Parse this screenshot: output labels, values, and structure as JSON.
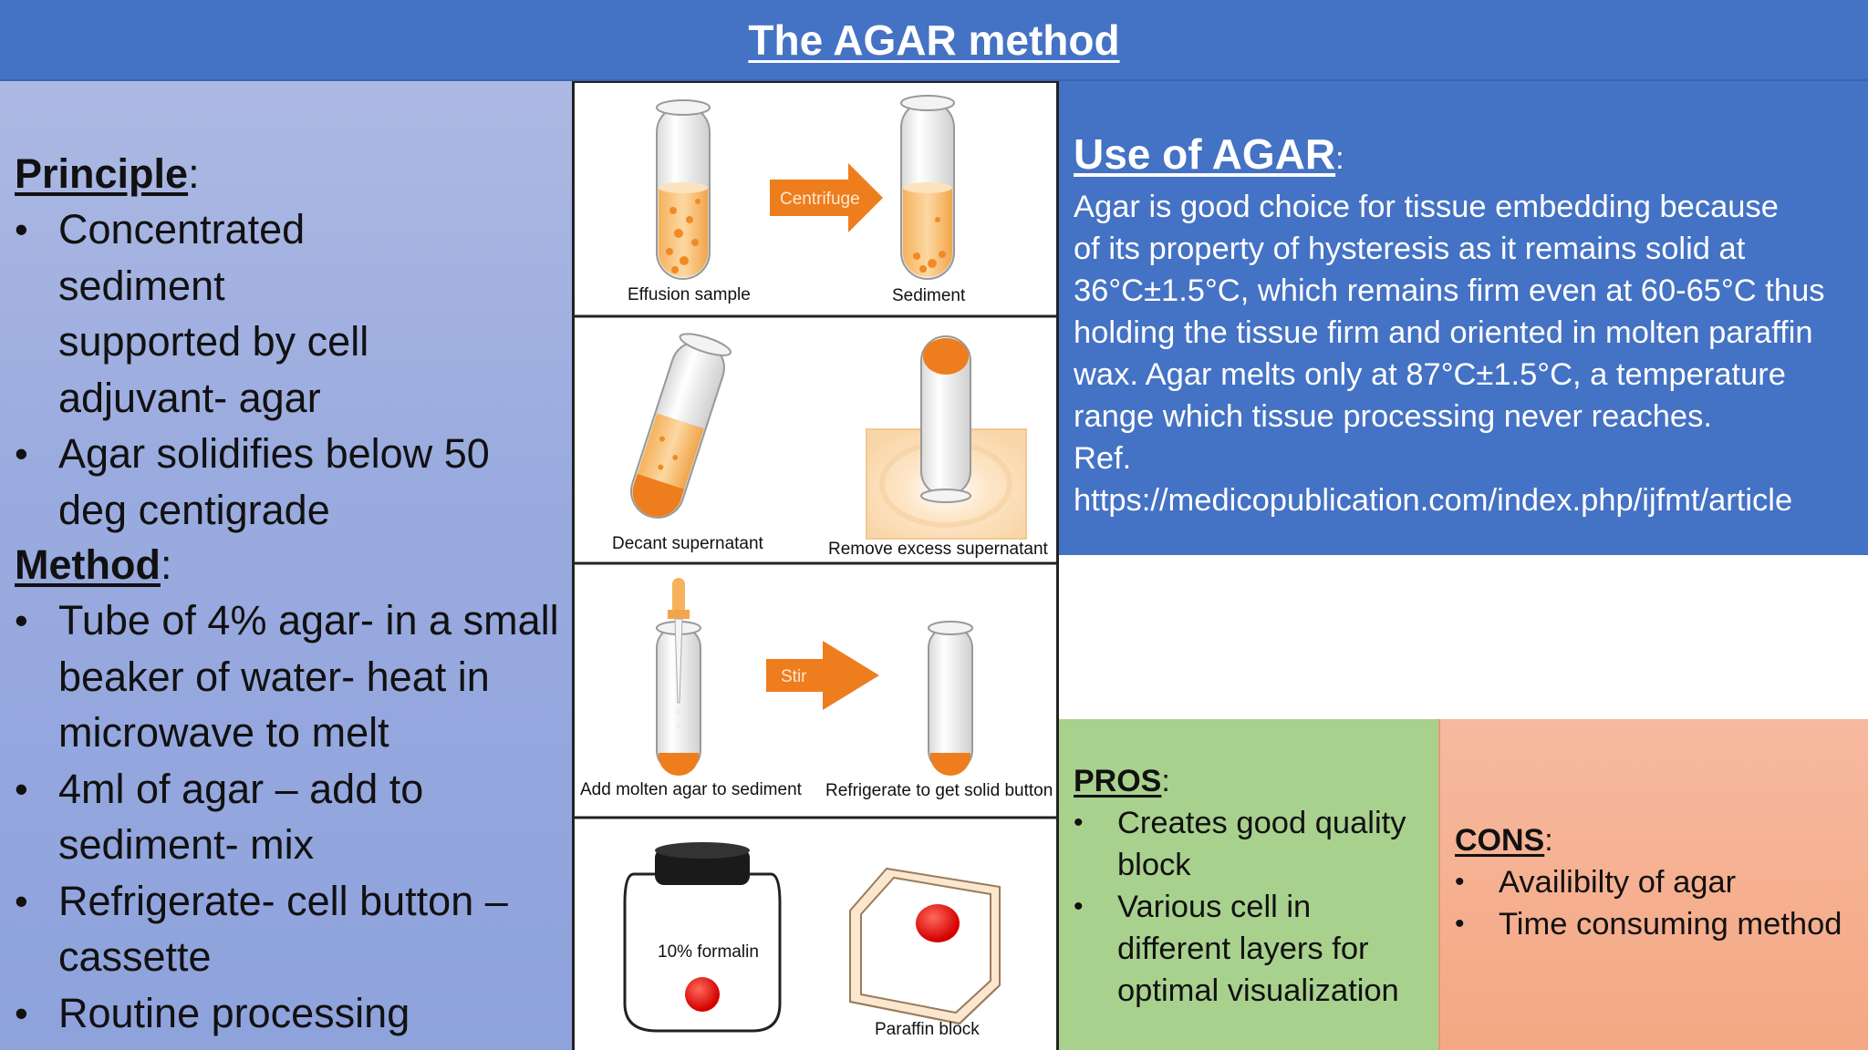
{
  "title": "The AGAR method",
  "principle": {
    "heading": "Principle",
    "colon": ":",
    "items": [
      "Concentrated sediment supported by cell adjuvant- agar",
      "Agar solidifies below 50 deg centigrade"
    ]
  },
  "method": {
    "heading": "Method",
    "colon": ":",
    "items": [
      "Tube of 4% agar- in a small beaker of water- heat in microwave to melt",
      "4ml of agar – add to sediment- mix",
      "Refrigerate- cell button – cassette",
      "Routine processing"
    ]
  },
  "figure": {
    "arrow1": "Centrifuge",
    "arrow2": "Stir",
    "labels": {
      "effusion": "Effusion sample",
      "sediment": "Sediment",
      "decant": "Decant supernatant",
      "remove": "Remove excess supernatant",
      "add_agar": "Add molten agar to sediment",
      "refrigerate": "Refrigerate to get solid button",
      "formalin": "10% formalin",
      "paraffin": "Paraffin block"
    }
  },
  "use": {
    "heading": "Use of AGAR",
    "colon": ":",
    "lines": [
      "Agar is good choice for tissue embedding because",
      "of its property of hysteresis as it remains solid at",
      "36°C±1.5°C, which remains firm even at 60-65°C thus",
      "holding the tissue firm and oriented in molten paraffin",
      "wax. Agar melts only at 87°C±1.5°C, a temperature",
      "range which tissue processing never reaches.",
      "Ref.",
      "https://medicopublication.com/index.php/ijfmt/article"
    ]
  },
  "pros": {
    "heading": "PROS",
    "colon": ":",
    "items": [
      "Creates good quality block",
      "Various cell in different layers for optimal visualization"
    ]
  },
  "cons": {
    "heading": "CONS",
    "colon": ":",
    "items": [
      "Availibilty of agar",
      "Time consuming method"
    ]
  },
  "colors": {
    "title_bar": "#4472c4",
    "left_panel": "#9aabdf",
    "use_panel": "#4472c4",
    "pros_panel": "#a9d18e",
    "cons_panel": "#f4a883",
    "accent_orange": "#ee7d1e"
  }
}
